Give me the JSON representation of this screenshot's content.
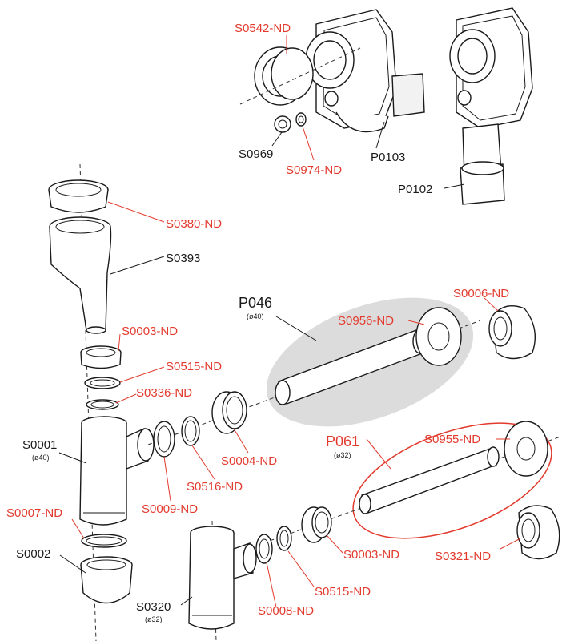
{
  "colors": {
    "accent_red": "#e23b2e",
    "text_black": "#1a1a1a",
    "highlight_grey": "#dcdcdc",
    "outline_red": "#e23b2e"
  },
  "labels": {
    "S0542": "S0542-ND",
    "S0969": "S0969",
    "S0974": "S0974-ND",
    "P0103": "P0103",
    "P0102": "P0102",
    "S0380": "S0380-ND",
    "S0393": "S0393",
    "S0003a": "S0003-ND",
    "S0515a": "S0515-ND",
    "S0336": "S0336-ND",
    "S0001": "S0001",
    "S0001_sub": "(ø40)",
    "S0007": "S0007-ND",
    "S0002": "S0002",
    "S0009": "S0009-ND",
    "S0516": "S0516-ND",
    "S0004": "S0004-ND",
    "P046": "P046",
    "P046_sub": "(ø40)",
    "S0956": "S0956-ND",
    "S0006": "S0006-ND",
    "P061": "P061",
    "P061_sub": "(ø32)",
    "S0955": "S0955-ND",
    "S0321": "S0321-ND",
    "S0003b": "S0003-ND",
    "S0515b": "S0515-ND",
    "S0008": "S0008-ND",
    "S0320": "S0320",
    "S0320_sub": "(ø32)"
  }
}
